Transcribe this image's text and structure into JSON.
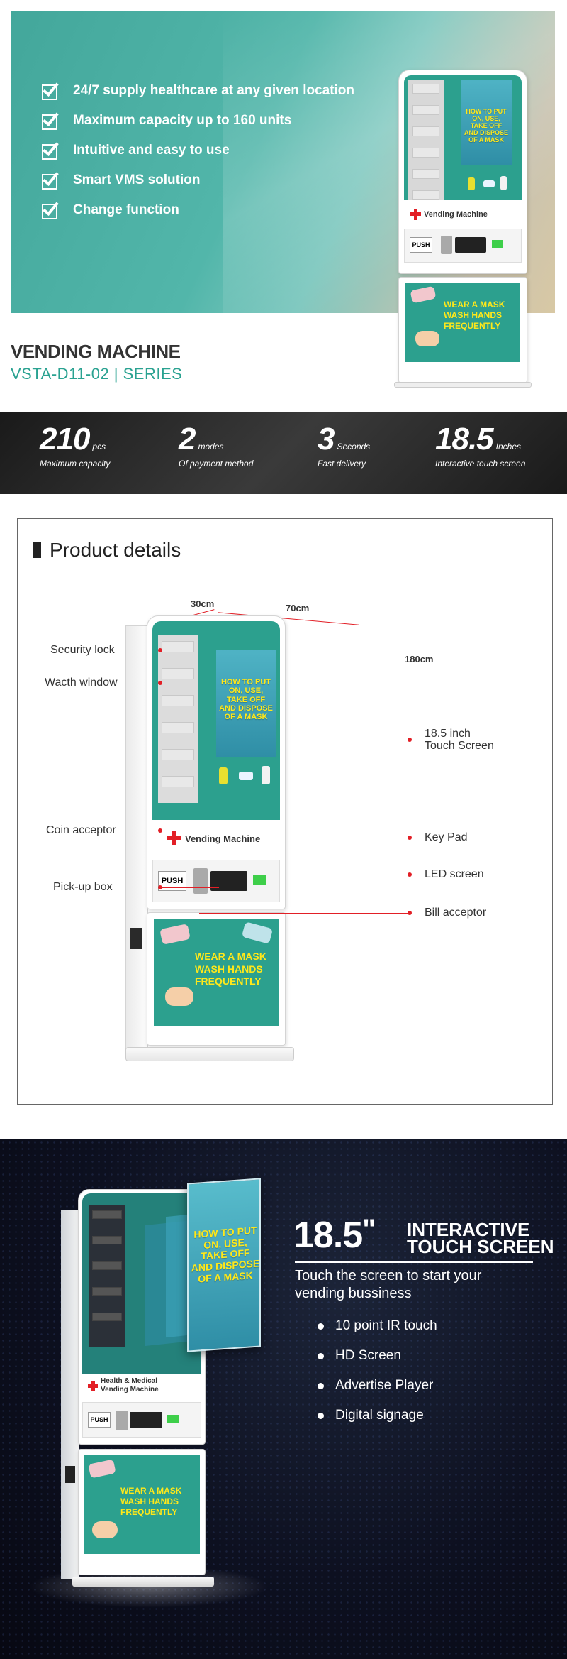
{
  "hero": {
    "features": [
      "24/7  supply healthcare at any given location",
      "Maximum capacity up to 160 units",
      "Intuitive and easy to use",
      "Smart VMS solution",
      "Change function"
    ],
    "machine": {
      "screen_text": [
        "HOW TO PUT",
        "ON, USE,",
        "TAKE OFF",
        "AND DISPOSE",
        "OF A MASK"
      ],
      "brand": "Vending Machine",
      "push": "PUSH",
      "panel_text": [
        "WEAR A MASK",
        "WASH HANDS",
        "FREQUENTLY"
      ]
    },
    "title": "VENDING MACHINE",
    "subtitle": "VSTA-D11-02 | SERIES"
  },
  "stats": [
    {
      "value": "210",
      "unit": "pcs",
      "label": "Maximum capacity"
    },
    {
      "value": "2",
      "unit": "modes",
      "label": "Of payment method"
    },
    {
      "value": "3",
      "unit": "Seconds",
      "label": "Fast delivery"
    },
    {
      "value": "18.5",
      "unit": "Inches",
      "label": "Interactive touch screen"
    }
  ],
  "details": {
    "title": "Product details",
    "dimensions": {
      "depth": "30cm",
      "width": "70cm",
      "height": "180cm"
    },
    "callouts_left": [
      "Security lock",
      "Wacth window",
      "Coin acceptor",
      "Pick-up box"
    ],
    "callouts_right": [
      "18.5 inch",
      "Touch Screen",
      "Key Pad",
      "LED screen",
      "Bill acceptor"
    ],
    "machine": {
      "screen_text": [
        "HOW TO PUT",
        "ON, USE,",
        "TAKE OFF",
        "AND DISPOSE",
        "OF A MASK"
      ],
      "brand": "Vending Machine",
      "push": "PUSH",
      "panel_text": [
        "WEAR A MASK",
        "WASH HANDS",
        "FREQUENTLY"
      ]
    }
  },
  "screen_section": {
    "headline_size": "18.5",
    "headline_quote": "\"",
    "headline_line1": "INTERACTIVE",
    "headline_line2": "TOUCH SCREEN",
    "description": [
      "Touch the screen to start your",
      "vending bussiness"
    ],
    "bullets": [
      "10 point IR touch",
      "HD Screen",
      "Advertise Player",
      "Digital signage"
    ],
    "machine": {
      "screen_text": [
        "HOW TO PUT",
        "ON, USE,",
        "TAKE OFF",
        "AND DISPOSE",
        "OF A MASK"
      ],
      "brand_line1": "Health & Medical",
      "brand_line2": "Vending Machine",
      "push": "PUSH",
      "panel_text": [
        "WEAR A MASK",
        "WASH HANDS",
        "FREQUENTLY"
      ]
    }
  },
  "colors": {
    "teal": "#2ca08e",
    "yellow_text": "#ffe81a",
    "red": "#e21f26",
    "dark_bg": "#0d1020"
  }
}
